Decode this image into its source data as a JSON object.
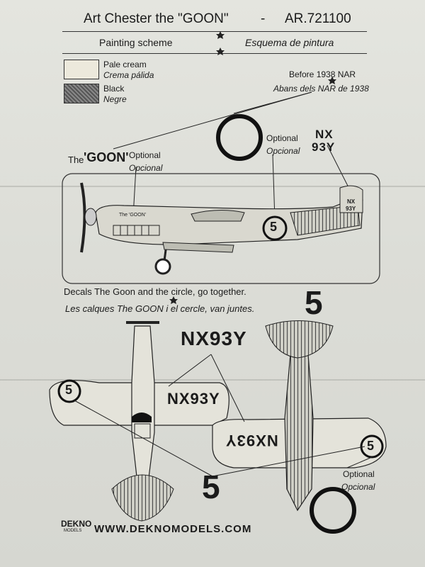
{
  "header": {
    "title": "Art Chester the \"GOON\"",
    "dash": "-",
    "code": "AR.721100",
    "painting_en": "Painting scheme",
    "painting_es": "Esquema de pintura"
  },
  "legend": [
    {
      "en": "Pale cream",
      "es": "Crema pálida",
      "color": "#ece9dc"
    },
    {
      "en": "Black",
      "es": "Negre",
      "color": "#555555"
    }
  ],
  "notes": {
    "before_en": "Before 1938 NAR",
    "before_es": "Abans dels NAR de 1938",
    "goon_label_prefix": "The",
    "goon_label_name": "'GOON'",
    "optional_en": "Optional",
    "optional_es": "Opcional",
    "reg_line1": "NX",
    "reg_line2": "93Y",
    "decals_en": "Decals The Goon and the circle, go together.",
    "decals_es": "Les calques The GOON i el cercle, van juntes.",
    "number": "5",
    "side_goon_small": "The 'GOON'",
    "small_nx": "NX",
    "small_93y": "93Y"
  },
  "plan": {
    "reg_top": "NX93Y",
    "reg_wing": "NX93Y",
    "reg_wing_flipped": "NX93Y",
    "number": "5",
    "optional_en": "Optional",
    "optional_es": "Opcional"
  },
  "footer": {
    "brand": "DEKNO",
    "brand_sub": "MODELS",
    "url": "WWW.DEKNOMODELS.COM"
  },
  "colors": {
    "ink": "#1b1b1b",
    "paper": "#e2e3dd"
  }
}
